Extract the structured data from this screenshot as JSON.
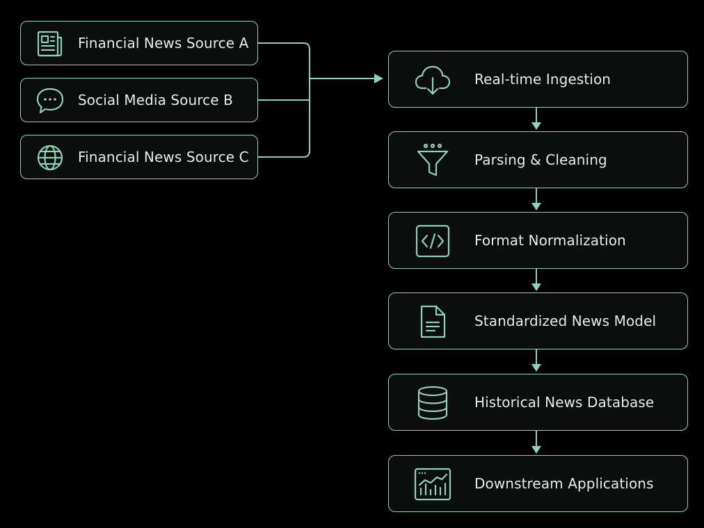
{
  "accent_color": "#8fd2b6",
  "background_color": "#000000",
  "sources": [
    {
      "label": "Financial News Source A",
      "icon": "newspaper-icon"
    },
    {
      "label": "Social Media Source B",
      "icon": "chat-bubble-icon"
    },
    {
      "label": "Financial News Source C",
      "icon": "globe-icon"
    }
  ],
  "stages": [
    {
      "label": "Real-time Ingestion",
      "icon": "cloud-download-icon"
    },
    {
      "label": "Parsing & Cleaning",
      "icon": "funnel-icon"
    },
    {
      "label": "Format Normalization",
      "icon": "code-icon"
    },
    {
      "label": "Standardized News Model",
      "icon": "document-icon"
    },
    {
      "label": "Historical News Database",
      "icon": "database-icon"
    },
    {
      "label": "Downstream Applications",
      "icon": "analytics-chart-icon"
    }
  ]
}
